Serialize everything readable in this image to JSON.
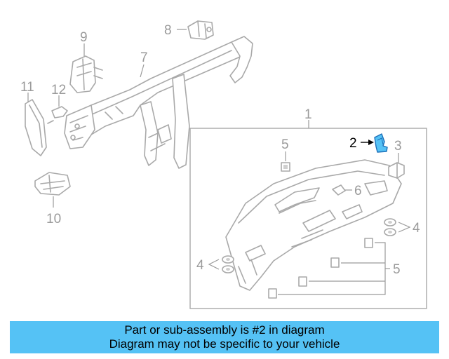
{
  "callouts": {
    "c1": "1",
    "c2": "2",
    "c3": "3",
    "c4a": "4",
    "c4b": "4",
    "c5a": "5",
    "c5b": "5",
    "c6": "6",
    "c7": "7",
    "c8": "8",
    "c9": "9",
    "c10": "10",
    "c11": "11",
    "c12": "12"
  },
  "highlight": {
    "part": "2",
    "color": "#55c2f5",
    "outline": "#1d6fb8"
  },
  "banner": {
    "line1": "Part or sub-assembly is #2 in diagram",
    "line2": "Diagram may not be specific to your vehicle",
    "color": "#55c2f5"
  }
}
